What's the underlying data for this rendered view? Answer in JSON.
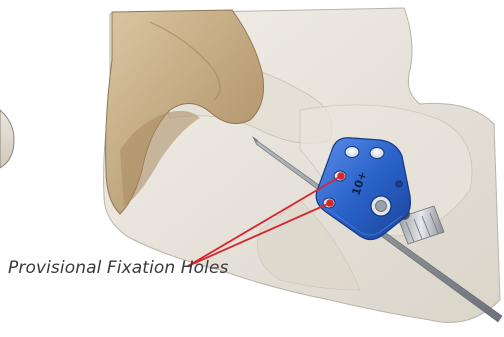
{
  "callout": {
    "label": "Provisional Fixation Holes"
  },
  "plate": {
    "marking": "10+",
    "color": "#2a62c9"
  },
  "colors": {
    "bone_light": "#ece8df",
    "bone_tan": "#c9b48e",
    "leader_red": "#d8262e",
    "wire": "#8e939a"
  },
  "illustration": {
    "icons": [
      "bone-illustration",
      "bone-plate",
      "kirschner-wire",
      "locking-screw"
    ]
  }
}
